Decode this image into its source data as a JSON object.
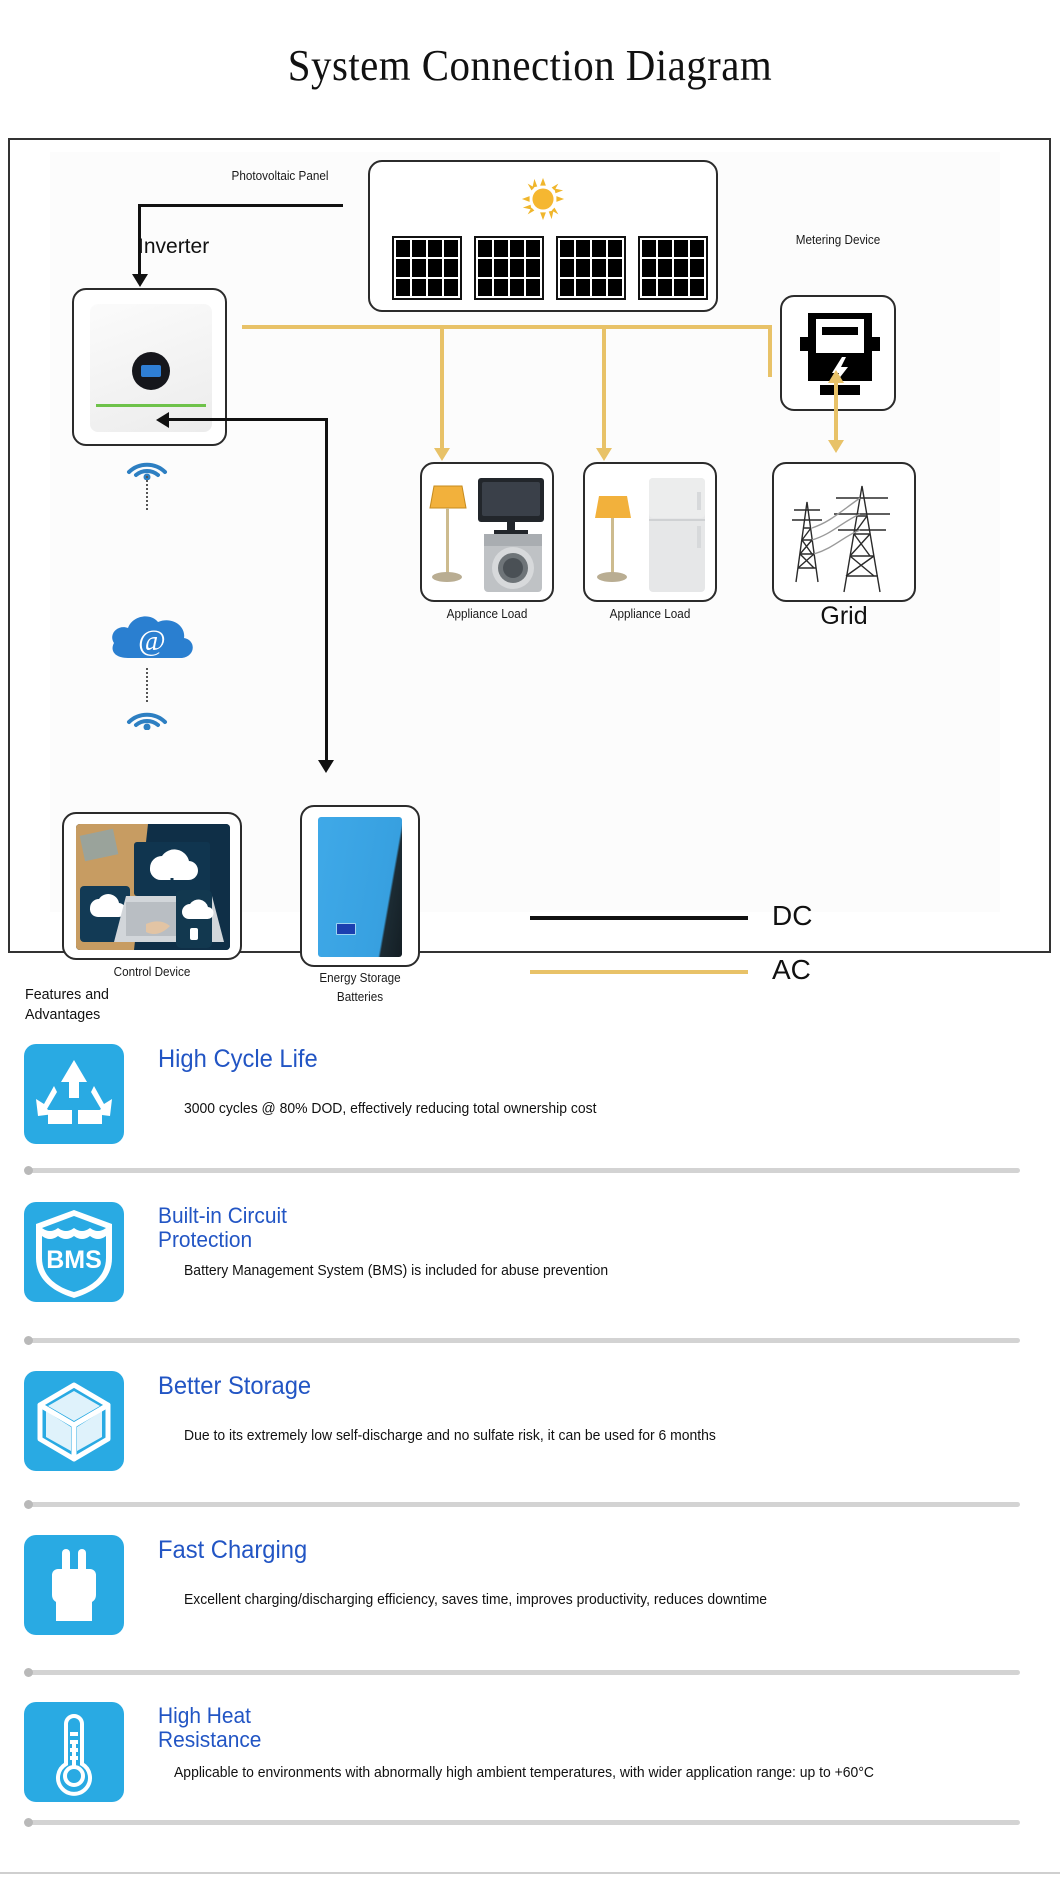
{
  "page": {
    "title": "System Connection Diagram"
  },
  "diagram": {
    "nodes": {
      "photovoltaic_panel": "Photovoltaic Panel",
      "inverter": "Inverter",
      "metering_device": "Metering Device",
      "appliance_load_1": "Appliance Load",
      "appliance_load_2": "Appliance Load",
      "grid": "Grid",
      "control_device": "Control Device",
      "energy_storage_batteries_line1": "Energy Storage",
      "energy_storage_batteries_line2": "Batteries",
      "cloud_symbol": "@"
    },
    "legend": [
      {
        "label": "DC",
        "color": "#111111",
        "type": "dc-line"
      },
      {
        "label": "AC",
        "color": "#e8c268",
        "type": "ac-line"
      }
    ]
  },
  "features_section": {
    "heading_line1": "Features and",
    "heading_line2": "Advantages",
    "accent_color": "#29aae3",
    "title_color": "#2255c4",
    "items": [
      {
        "icon": "recycle-icon",
        "title": "High Cycle Life",
        "title_line2": "",
        "desc": "3000 cycles @ 80% DOD, effectively reducing total ownership cost"
      },
      {
        "icon": "bms-shield-icon",
        "title": "Built-in Circuit",
        "title_line2": "Protection",
        "desc": "Battery Management System (BMS) is included for abuse prevention"
      },
      {
        "icon": "box-icon",
        "title": "Better Storage",
        "title_line2": "",
        "desc": "Due to its extremely low self-discharge and no sulfate risk, it can be used for 6 months"
      },
      {
        "icon": "plug-icon",
        "title": "Fast Charging",
        "title_line2": "",
        "desc": "Excellent charging/discharging efficiency, saves time, improves productivity, reduces downtime"
      },
      {
        "icon": "thermometer-icon",
        "title": "High Heat",
        "title_line2": "Resistance",
        "desc": "Applicable to environments with abnormally high ambient temperatures, with wider application range: up to +60°C"
      }
    ]
  }
}
